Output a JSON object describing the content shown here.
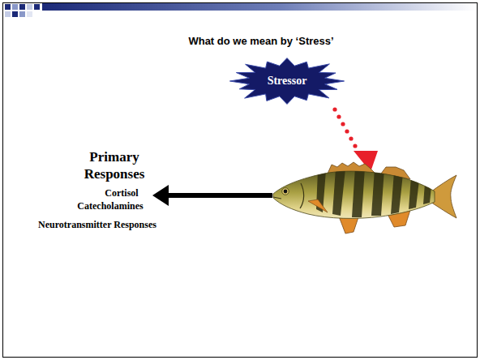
{
  "diagram": {
    "title": "What do we mean by ‘Stress’",
    "nodes": [
      {
        "text": [
          "Stressor"
        ]
      }
    ],
    "labels": [
      "Primary Responses",
      "Cortisol",
      "Catecholamines",
      "Neurotransmitter Responses"
    ]
  }
}
